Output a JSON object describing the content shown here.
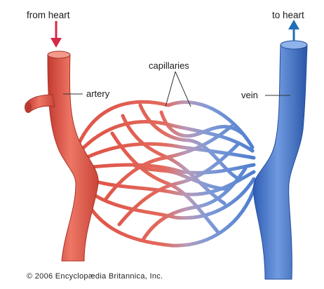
{
  "labels": {
    "from_heart": "from heart",
    "to_heart": "to heart",
    "capillaries": "capillaries",
    "artery": "artery",
    "vein": "vein"
  },
  "copyright": "© 2006 Encyclopædia Britannica, Inc.",
  "colors": {
    "artery": "#e0574a",
    "vein": "#4f7fd0",
    "arrow_in": "#d42a48",
    "arrow_out": "#1e6fb5"
  }
}
